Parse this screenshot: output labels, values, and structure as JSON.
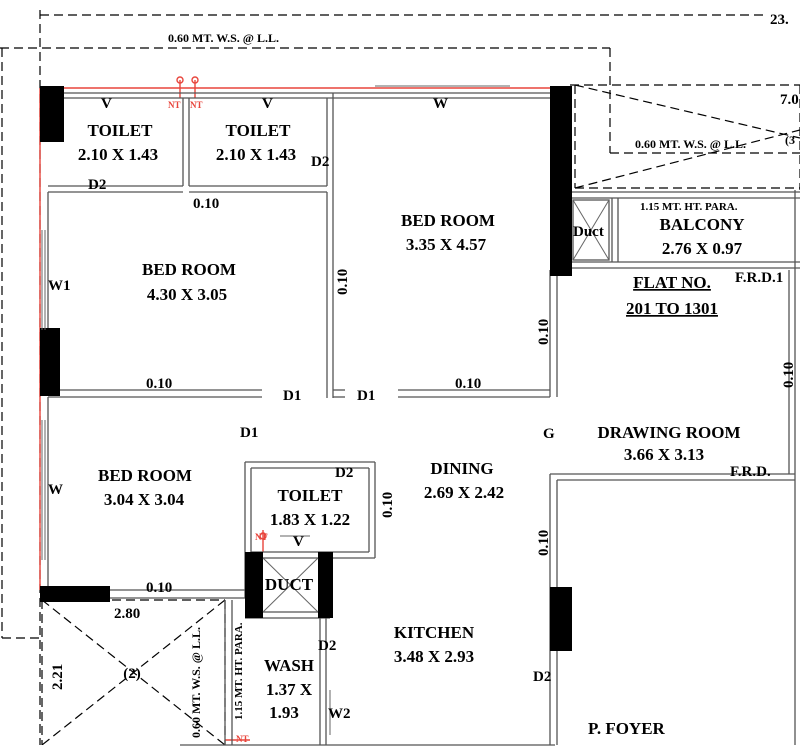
{
  "top_dimension": "23.",
  "right_edge_dimension": "7.0",
  "right_edge_number": "(3",
  "ws_top": "0.60 MT. W.S. @ L.L.",
  "ws_right": "0.60 MT. W.S. @ L.L.",
  "ws_left_bottom": "0.60 MT. W.S. @ L.L.",
  "para_bottom": "1.15 MT. HT. PARA.",
  "para_balcony": "1.15 MT. HT. PARA.",
  "rooms": {
    "toilet1": {
      "name": "TOILET",
      "dim": "2.10 X 1.43"
    },
    "toilet2": {
      "name": "TOILET",
      "dim": "2.10 X 1.43"
    },
    "bed_top": {
      "name": "BED ROOM",
      "dim": "3.35 X 4.57"
    },
    "bed_left": {
      "name": "BED ROOM",
      "dim": "4.30 X 3.05"
    },
    "bed_bottom": {
      "name": "BED ROOM",
      "dim": "3.04 X 3.04"
    },
    "toilet3": {
      "name": "TOILET",
      "dim": "1.83 X 1.22"
    },
    "dining": {
      "name": "DINING",
      "dim": "2.69 X 2.42"
    },
    "drawing": {
      "name": "DRAWING ROOM",
      "dim": "3.66 X 3.13"
    },
    "balcony": {
      "name": "BALCONY",
      "dim": "2.76 X 0.97"
    },
    "kitchen": {
      "name": "KITCHEN",
      "dim": "3.48 X 2.93"
    },
    "wash": {
      "name": "WASH",
      "dim1": "1.37 X",
      "dim2": "1.93"
    },
    "foyer": {
      "name": "P. FOYER"
    }
  },
  "flat": {
    "line1": "FLAT NO.",
    "line2": "201 TO 1301"
  },
  "labels": {
    "V": "V",
    "W": "W",
    "W1": "W1",
    "W2": "W2",
    "D1": "D1",
    "D2": "D2",
    "G": "G",
    "FRD": "F.R.D.",
    "FRD1": "F.R.D.1",
    "duct": "DUCT",
    "duct_small": "Duct",
    "NT": "NT",
    "wall_010": "0.10",
    "dim_280": "2.80",
    "dim_221": "2.21",
    "num2": "(2)"
  }
}
